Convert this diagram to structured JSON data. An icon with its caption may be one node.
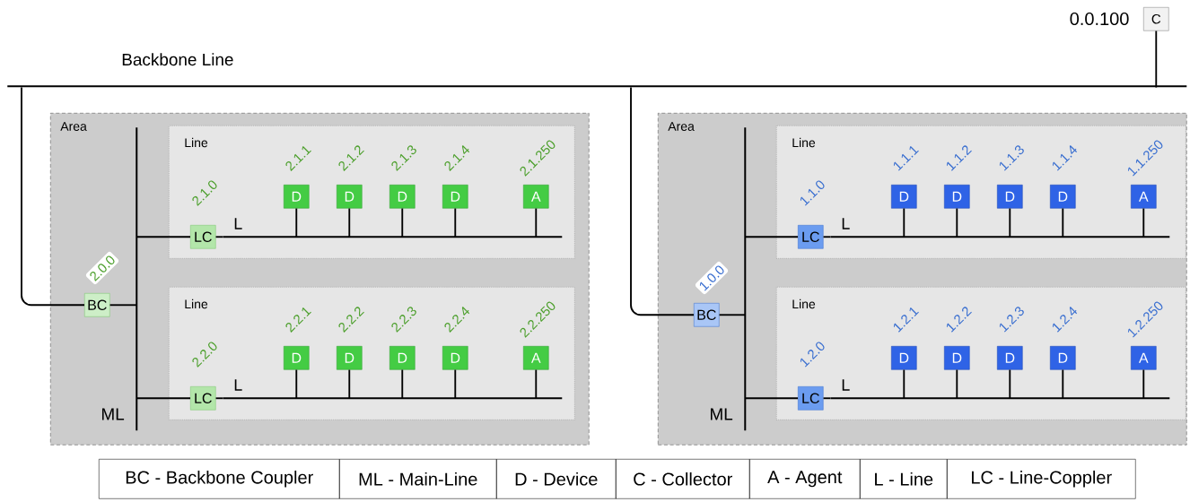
{
  "diagram": {
    "nodes": [
      {
        "text": [
          "Backbone Line"
        ]
      },
      {
        "text": [
          "C"
        ],
        "beside": [
          "0.0.100"
        ]
      },
      {
        "text": [
          "Area"
        ]
      },
      {
        "text": [
          "ML"
        ],
        "in": 2
      },
      {
        "text": [
          "BC",
          "2.0.0"
        ],
        "in": 2
      },
      {
        "text": [
          "Line"
        ],
        "in": 2
      },
      {
        "text": [
          "L"
        ],
        "in": 5
      },
      {
        "text": [
          "LC"
        ],
        "beside": [
          "2.1.0"
        ],
        "in": 5
      },
      {
        "text": [
          "D"
        ],
        "beside": [
          "2.1.1"
        ],
        "in": 5
      },
      {
        "text": [
          "D"
        ],
        "beside": [
          "2.1.2"
        ],
        "in": 5
      },
      {
        "text": [
          "D"
        ],
        "beside": [
          "2.1.3"
        ],
        "in": 5
      },
      {
        "text": [
          "D"
        ],
        "beside": [
          "2.1.4"
        ],
        "in": 5
      },
      {
        "text": [
          "A"
        ],
        "beside": [
          "2.1.250"
        ],
        "in": 5
      },
      {
        "text": [
          "Line"
        ],
        "in": 2
      },
      {
        "text": [
          "L"
        ],
        "in": 13
      },
      {
        "text": [
          "LC"
        ],
        "beside": [
          "2.2.0"
        ],
        "in": 13
      },
      {
        "text": [
          "D"
        ],
        "beside": [
          "2.2.1"
        ],
        "in": 13
      },
      {
        "text": [
          "D"
        ],
        "beside": [
          "2.2.2"
        ],
        "in": 13
      },
      {
        "text": [
          "D"
        ],
        "beside": [
          "2.2.3"
        ],
        "in": 13
      },
      {
        "text": [
          "D"
        ],
        "beside": [
          "2.2.4"
        ],
        "in": 13
      },
      {
        "text": [
          "A"
        ],
        "beside": [
          "2.2.250"
        ],
        "in": 13
      },
      {
        "text": [
          "Area"
        ]
      },
      {
        "text": [
          "ML"
        ],
        "in": 21
      },
      {
        "text": [
          "BC",
          "1.0.0"
        ],
        "in": 21
      },
      {
        "text": [
          "Line"
        ],
        "in": 21
      },
      {
        "text": [
          "L"
        ],
        "in": 24
      },
      {
        "text": [
          "LC"
        ],
        "beside": [
          "1.1.0"
        ],
        "in": 24
      },
      {
        "text": [
          "D"
        ],
        "beside": [
          "1.1.1"
        ],
        "in": 24
      },
      {
        "text": [
          "D"
        ],
        "beside": [
          "1.1.2"
        ],
        "in": 24
      },
      {
        "text": [
          "D"
        ],
        "beside": [
          "1.1.3"
        ],
        "in": 24
      },
      {
        "text": [
          "D"
        ],
        "beside": [
          "1.1.4"
        ],
        "in": 24
      },
      {
        "text": [
          "A"
        ],
        "beside": [
          "1.1.250"
        ],
        "in": 24
      },
      {
        "text": [
          "Line"
        ],
        "in": 21
      },
      {
        "text": [
          "L"
        ],
        "in": 32
      },
      {
        "text": [
          "LC"
        ],
        "beside": [
          "1.2.0"
        ],
        "in": 32
      },
      {
        "text": [
          "D"
        ],
        "beside": [
          "1.2.1"
        ],
        "in": 32
      },
      {
        "text": [
          "D"
        ],
        "beside": [
          "1.2.2"
        ],
        "in": 32
      },
      {
        "text": [
          "D"
        ],
        "beside": [
          "1.2.3"
        ],
        "in": 32
      },
      {
        "text": [
          "D"
        ],
        "beside": [
          "1.2.4"
        ],
        "in": 32
      },
      {
        "text": [
          "A"
        ],
        "beside": [
          "1.2.250"
        ],
        "in": 32
      }
    ],
    "edges": [
      {
        "from": 1,
        "to": 0,
        "arrow": "none"
      },
      {
        "from": 0,
        "to": 4,
        "arrow": "none"
      },
      {
        "from": 4,
        "to": 3,
        "arrow": "none"
      },
      {
        "from": 3,
        "to": 7,
        "arrow": "none"
      },
      {
        "from": 7,
        "to": 6,
        "arrow": "none"
      },
      {
        "from": 6,
        "to": 8,
        "arrow": "none"
      },
      {
        "from": 6,
        "to": 9,
        "arrow": "none"
      },
      {
        "from": 6,
        "to": 10,
        "arrow": "none"
      },
      {
        "from": 6,
        "to": 11,
        "arrow": "none"
      },
      {
        "from": 6,
        "to": 12,
        "arrow": "none"
      },
      {
        "from": 3,
        "to": 15,
        "arrow": "none"
      },
      {
        "from": 15,
        "to": 14,
        "arrow": "none"
      },
      {
        "from": 14,
        "to": 16,
        "arrow": "none"
      },
      {
        "from": 14,
        "to": 17,
        "arrow": "none"
      },
      {
        "from": 14,
        "to": 18,
        "arrow": "none"
      },
      {
        "from": 14,
        "to": 19,
        "arrow": "none"
      },
      {
        "from": 14,
        "to": 20,
        "arrow": "none"
      },
      {
        "from": 0,
        "to": 23,
        "arrow": "none"
      },
      {
        "from": 23,
        "to": 22,
        "arrow": "none"
      },
      {
        "from": 22,
        "to": 26,
        "arrow": "none"
      },
      {
        "from": 26,
        "to": 25,
        "arrow": "none"
      },
      {
        "from": 25,
        "to": 27,
        "arrow": "none"
      },
      {
        "from": 25,
        "to": 28,
        "arrow": "none"
      },
      {
        "from": 25,
        "to": 29,
        "arrow": "none"
      },
      {
        "from": 25,
        "to": 30,
        "arrow": "none"
      },
      {
        "from": 25,
        "to": 31,
        "arrow": "none"
      },
      {
        "from": 22,
        "to": 34,
        "arrow": "none"
      },
      {
        "from": 34,
        "to": 33,
        "arrow": "none"
      },
      {
        "from": 33,
        "to": 35,
        "arrow": "none"
      },
      {
        "from": 33,
        "to": 36,
        "arrow": "none"
      },
      {
        "from": 33,
        "to": 37,
        "arrow": "none"
      },
      {
        "from": 33,
        "to": 38,
        "arrow": "none"
      },
      {
        "from": 33,
        "to": 39,
        "arrow": "none"
      }
    ],
    "labels": [
      "BC - Backbone Coupler",
      "ML - Main-Line",
      "D - Device",
      "C - Collector",
      "A - Agent",
      "L - Line",
      "LC - Line-Coppler"
    ]
  }
}
